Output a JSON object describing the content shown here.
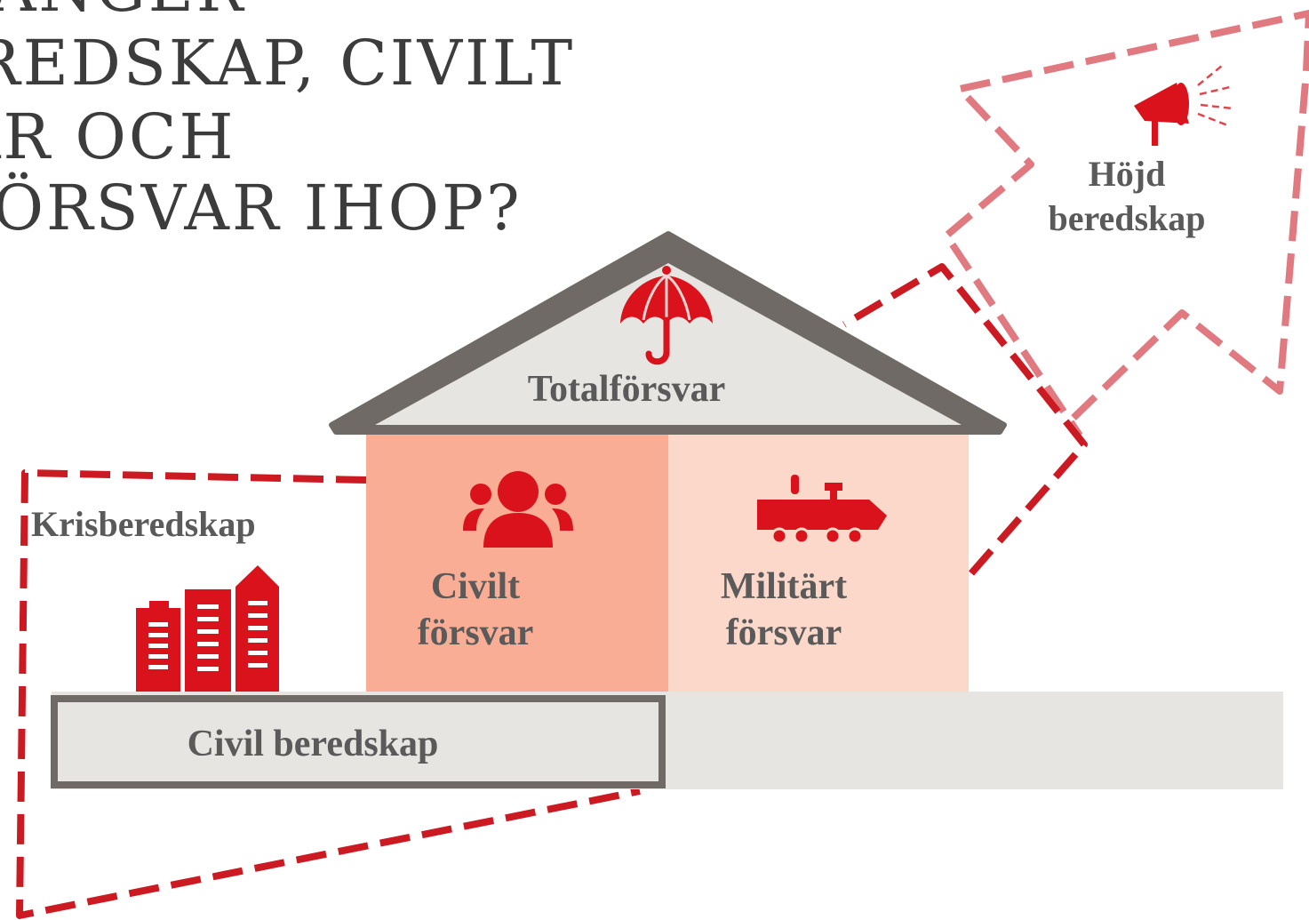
{
  "heading": {
    "lines": [
      "ÄNGER",
      "REDSKAP, CIVILT",
      "AR OCH",
      "FÖRSVAR IHOP?"
    ]
  },
  "labels": {
    "totalforsvar": "Totalförsvar",
    "civilt_line1": "Civilt",
    "civilt_line2": "försvar",
    "militart_line1": "Militärt",
    "militart_line2": "försvar",
    "civil_beredskap": "Civil beredskap",
    "krisberedskap": "Krisberedskap",
    "hojd_line1": "Höjd",
    "hojd_line2": "beredskap"
  },
  "icons": {
    "umbrella": "umbrella-icon",
    "people": "people-group-icon",
    "vehicle": "armored-vehicle-icon",
    "buildings": "city-buildings-icon",
    "megaphone": "megaphone-icon"
  },
  "colors": {
    "red": "#d9121b",
    "dark_red_dash": "#cc1a22",
    "light_red_dash": "#e07a80",
    "roof": "#6f6a65",
    "roof_fill": "#e6e5e2",
    "civil_box": "#f8ad94",
    "militar_box": "#fcd8ca",
    "base": "#e6e5e1",
    "text": "#5a5a5a",
    "heading_text": "#3c3c3c"
  }
}
